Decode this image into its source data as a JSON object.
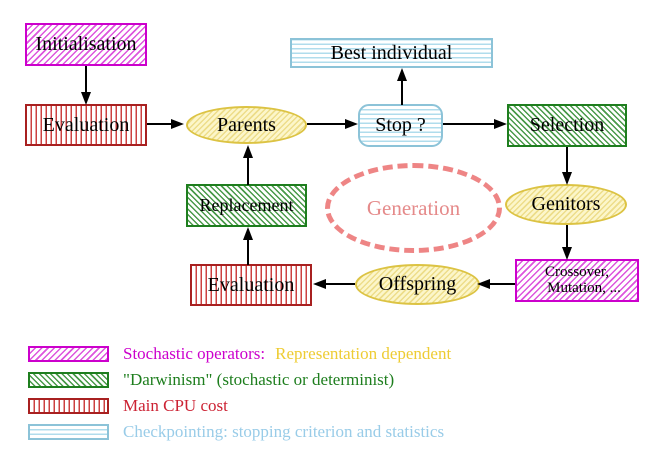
{
  "diagram": {
    "nodes": {
      "initialisation": "Initialisation",
      "evaluation_top": "Evaluation",
      "best_individual": "Best individual",
      "parents": "Parents",
      "stop": "Stop ?",
      "selection": "Selection",
      "replacement": "Replacement",
      "generation": "Generation",
      "genitors": "Genitors",
      "crossover_line1": "Crossover,",
      "crossover_line2": "Mutation, ...",
      "offspring": "Offspring",
      "evaluation_bottom": "Evaluation"
    }
  },
  "legend": {
    "rows": [
      {
        "swatch": "magenta-diagonal-hatch",
        "label": "Stochastic operators:",
        "label2": "Representation dependent"
      },
      {
        "swatch": "green-diagonal-hatch",
        "label": "\"Darwinism\" (stochastic or determinist)"
      },
      {
        "swatch": "red-vertical-hatch",
        "label": "Main CPU cost"
      },
      {
        "swatch": "cyan-horizontal-hatch",
        "label": "Checkpointing: stopping criterion and statistics"
      }
    ]
  },
  "colors": {
    "magenta": "#cc00cc",
    "gold": "#eecc33",
    "green": "#1e7e1e",
    "dark_red": "#a82020",
    "red_hatch": "#cc4040",
    "crimson_text": "#cc2233",
    "cyan_border": "#8cc3d8",
    "cyan_hatch": "#b0dcec",
    "light_blue_text": "#99cce8",
    "yellow_border": "#dcc343",
    "yellow_fill": "#fcf6ca",
    "yellow_hatch": "#eddd8a",
    "salmon": "#ee8585",
    "arrow": "#000000",
    "background": "#ffffff"
  }
}
